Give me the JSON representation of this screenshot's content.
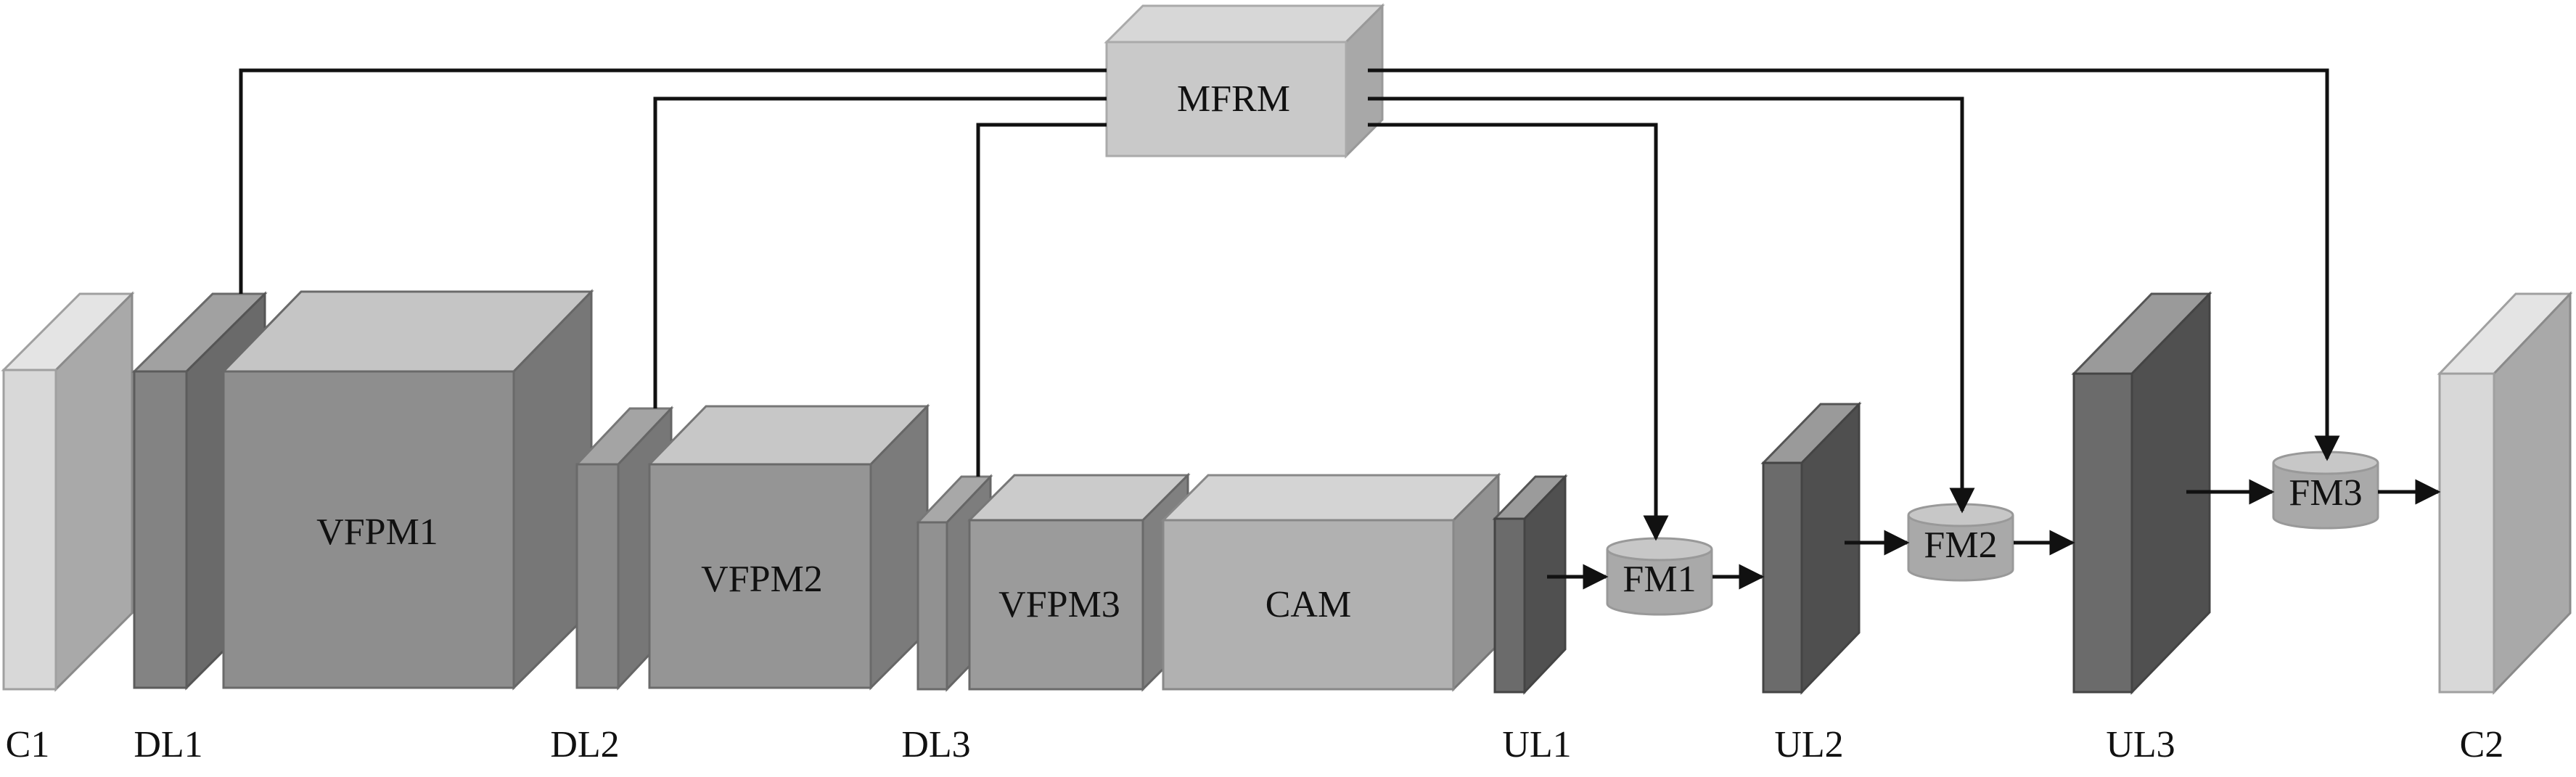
{
  "diagram": {
    "title": "",
    "colors": {
      "background": "#ffffff",
      "line": "#111111",
      "outline": "#6a6a6a",
      "top_module": "#c9c9c9",
      "large_block": "#8e8e8e",
      "upsample": "#6e6e6e",
      "fusion": "#a9a9a9",
      "input_output": "#d8d8d8"
    },
    "modules": {
      "mfrm": "MFRM",
      "vfpm1": "VFPM1",
      "vfpm2": "VFPM2",
      "vfpm3": "VFPM3",
      "cam": "CAM",
      "fm1": "FM1",
      "fm2": "FM2",
      "fm3": "FM3"
    },
    "captions": {
      "c1": "C1",
      "dl1": "DL1",
      "dl2": "DL2",
      "dl3": "DL3",
      "ul1": "UL1",
      "ul2": "UL2",
      "ul3": "UL3",
      "c2": "C2"
    },
    "connections": [
      {
        "from": "DL1",
        "to": "MFRM"
      },
      {
        "from": "DL2",
        "to": "MFRM"
      },
      {
        "from": "DL3",
        "to": "MFRM"
      },
      {
        "from": "MFRM",
        "to": "FM1"
      },
      {
        "from": "MFRM",
        "to": "FM2"
      },
      {
        "from": "MFRM",
        "to": "FM3"
      },
      {
        "from": "UL1",
        "to": "FM1"
      },
      {
        "from": "FM1",
        "to": "UL2"
      },
      {
        "from": "UL2",
        "to": "FM2"
      },
      {
        "from": "FM2",
        "to": "UL3"
      },
      {
        "from": "UL3",
        "to": "FM3"
      },
      {
        "from": "FM3",
        "to": "C2"
      }
    ]
  }
}
